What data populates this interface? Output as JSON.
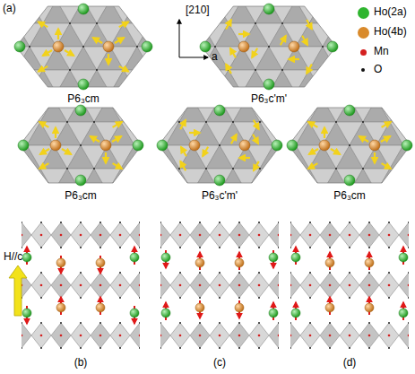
{
  "diagram": {
    "labels": [
      "(a)",
      "[210]",
      "a",
      "P6₃cm",
      "P6₃c'm'",
      "P6₃cm",
      "P6₃c'm'",
      "P6₃cm",
      "H//c",
      "(b)",
      "(c)",
      "(d)"
    ],
    "legend": [
      {
        "text": "Ho(2a)",
        "color": "#2fb52f"
      },
      {
        "text": "Ho(4b)",
        "color": "#d98a2b"
      },
      {
        "text": "Mn",
        "color": "#d42020"
      },
      {
        "text": "O",
        "color": "#111111"
      }
    ]
  }
}
